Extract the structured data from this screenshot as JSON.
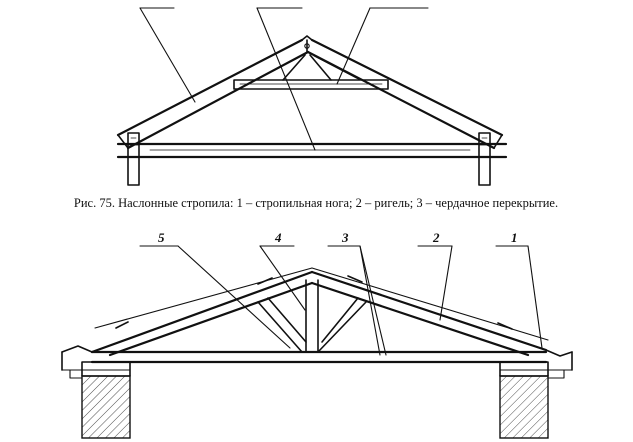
{
  "figure_75": {
    "caption": "Рис. 75. Наслонные стропила: 1 – стропильная нога; 2 – ригель; 3 – чердачное перекрытие."
  },
  "figure_2": {
    "labels": [
      "5",
      "4",
      "3",
      "2",
      "1"
    ]
  },
  "colors": {
    "ink": "#111111",
    "background": "#ffffff"
  }
}
